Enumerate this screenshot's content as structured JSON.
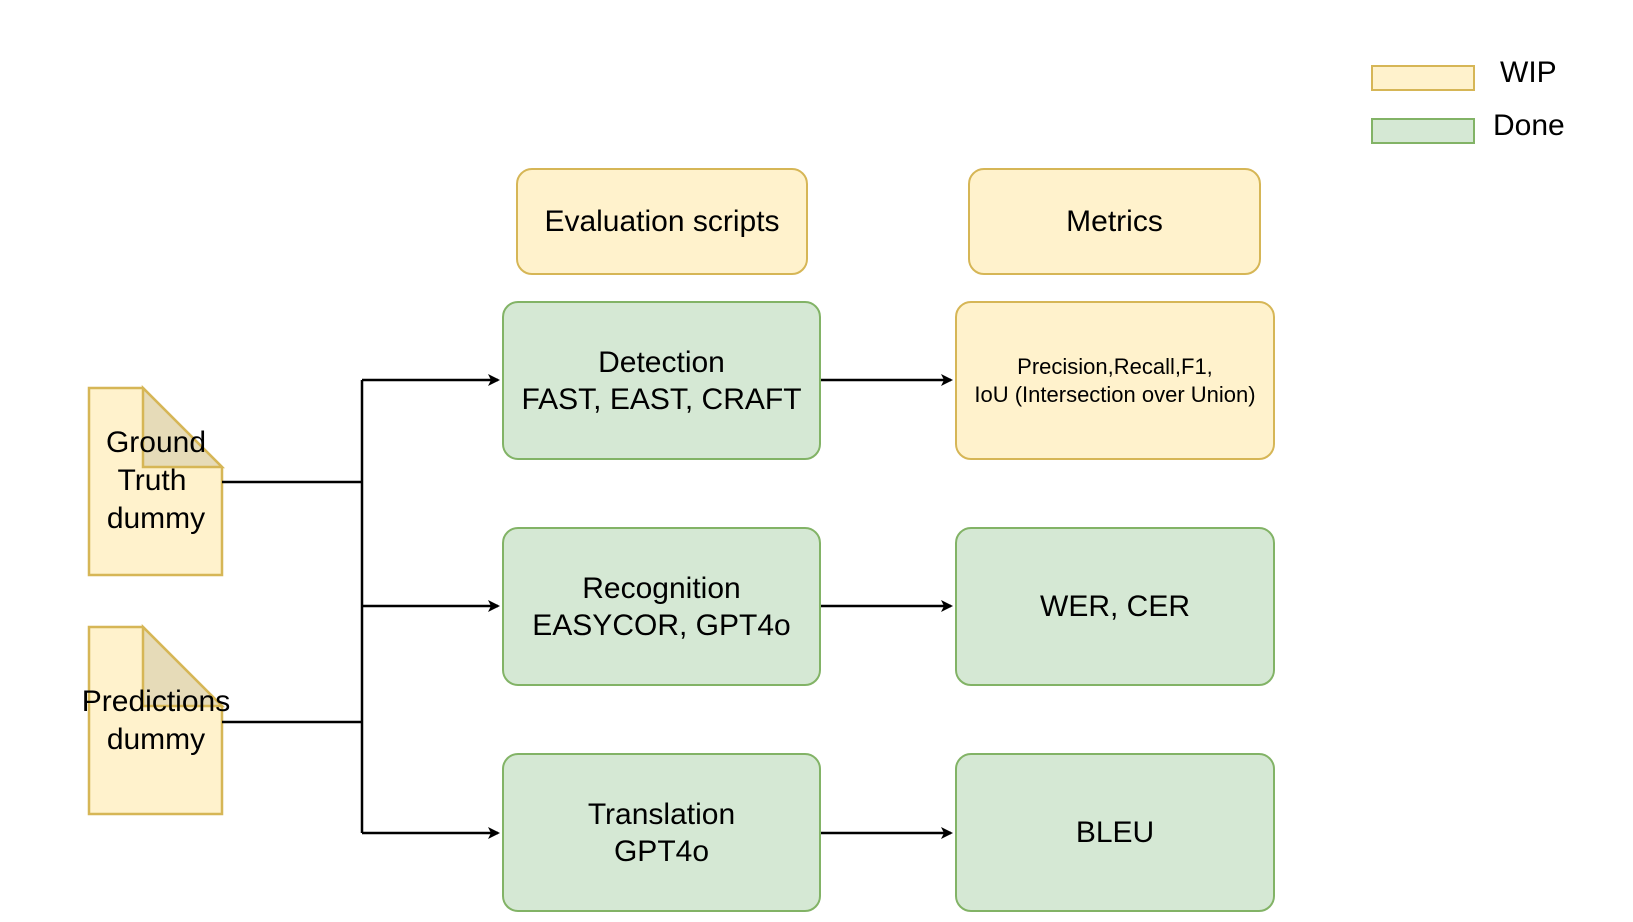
{
  "legend": {
    "wip_label": "WIP",
    "done_label": "Done",
    "wip_fill": "#fff2cc",
    "wip_stroke": "#d6b656",
    "done_fill": "#d5e8d4",
    "done_stroke": "#82b366"
  },
  "headers": {
    "scripts": "Evaluation scripts",
    "metrics": "Metrics"
  },
  "documents": {
    "ground_truth": [
      "Ground",
      "Truth",
      "dummy"
    ],
    "predictions": [
      "Predictions",
      "dummy"
    ]
  },
  "tasks": [
    {
      "title": "Detection",
      "models": "FAST, EAST, CRAFT",
      "status": "Done"
    },
    {
      "title": "Recognition",
      "models": "EASYCOR, GPT4o",
      "status": "Done"
    },
    {
      "title": "Translation",
      "models": "GPT4o",
      "status": "Done"
    }
  ],
  "metrics": [
    {
      "line1": "Precision,Recall,F1,",
      "line2": "IoU (Intersection over Union)",
      "status": "WIP"
    },
    {
      "line1": "WER, CER",
      "line2": "",
      "status": "Done"
    },
    {
      "line1": "BLEU",
      "line2": "",
      "status": "Done"
    }
  ]
}
